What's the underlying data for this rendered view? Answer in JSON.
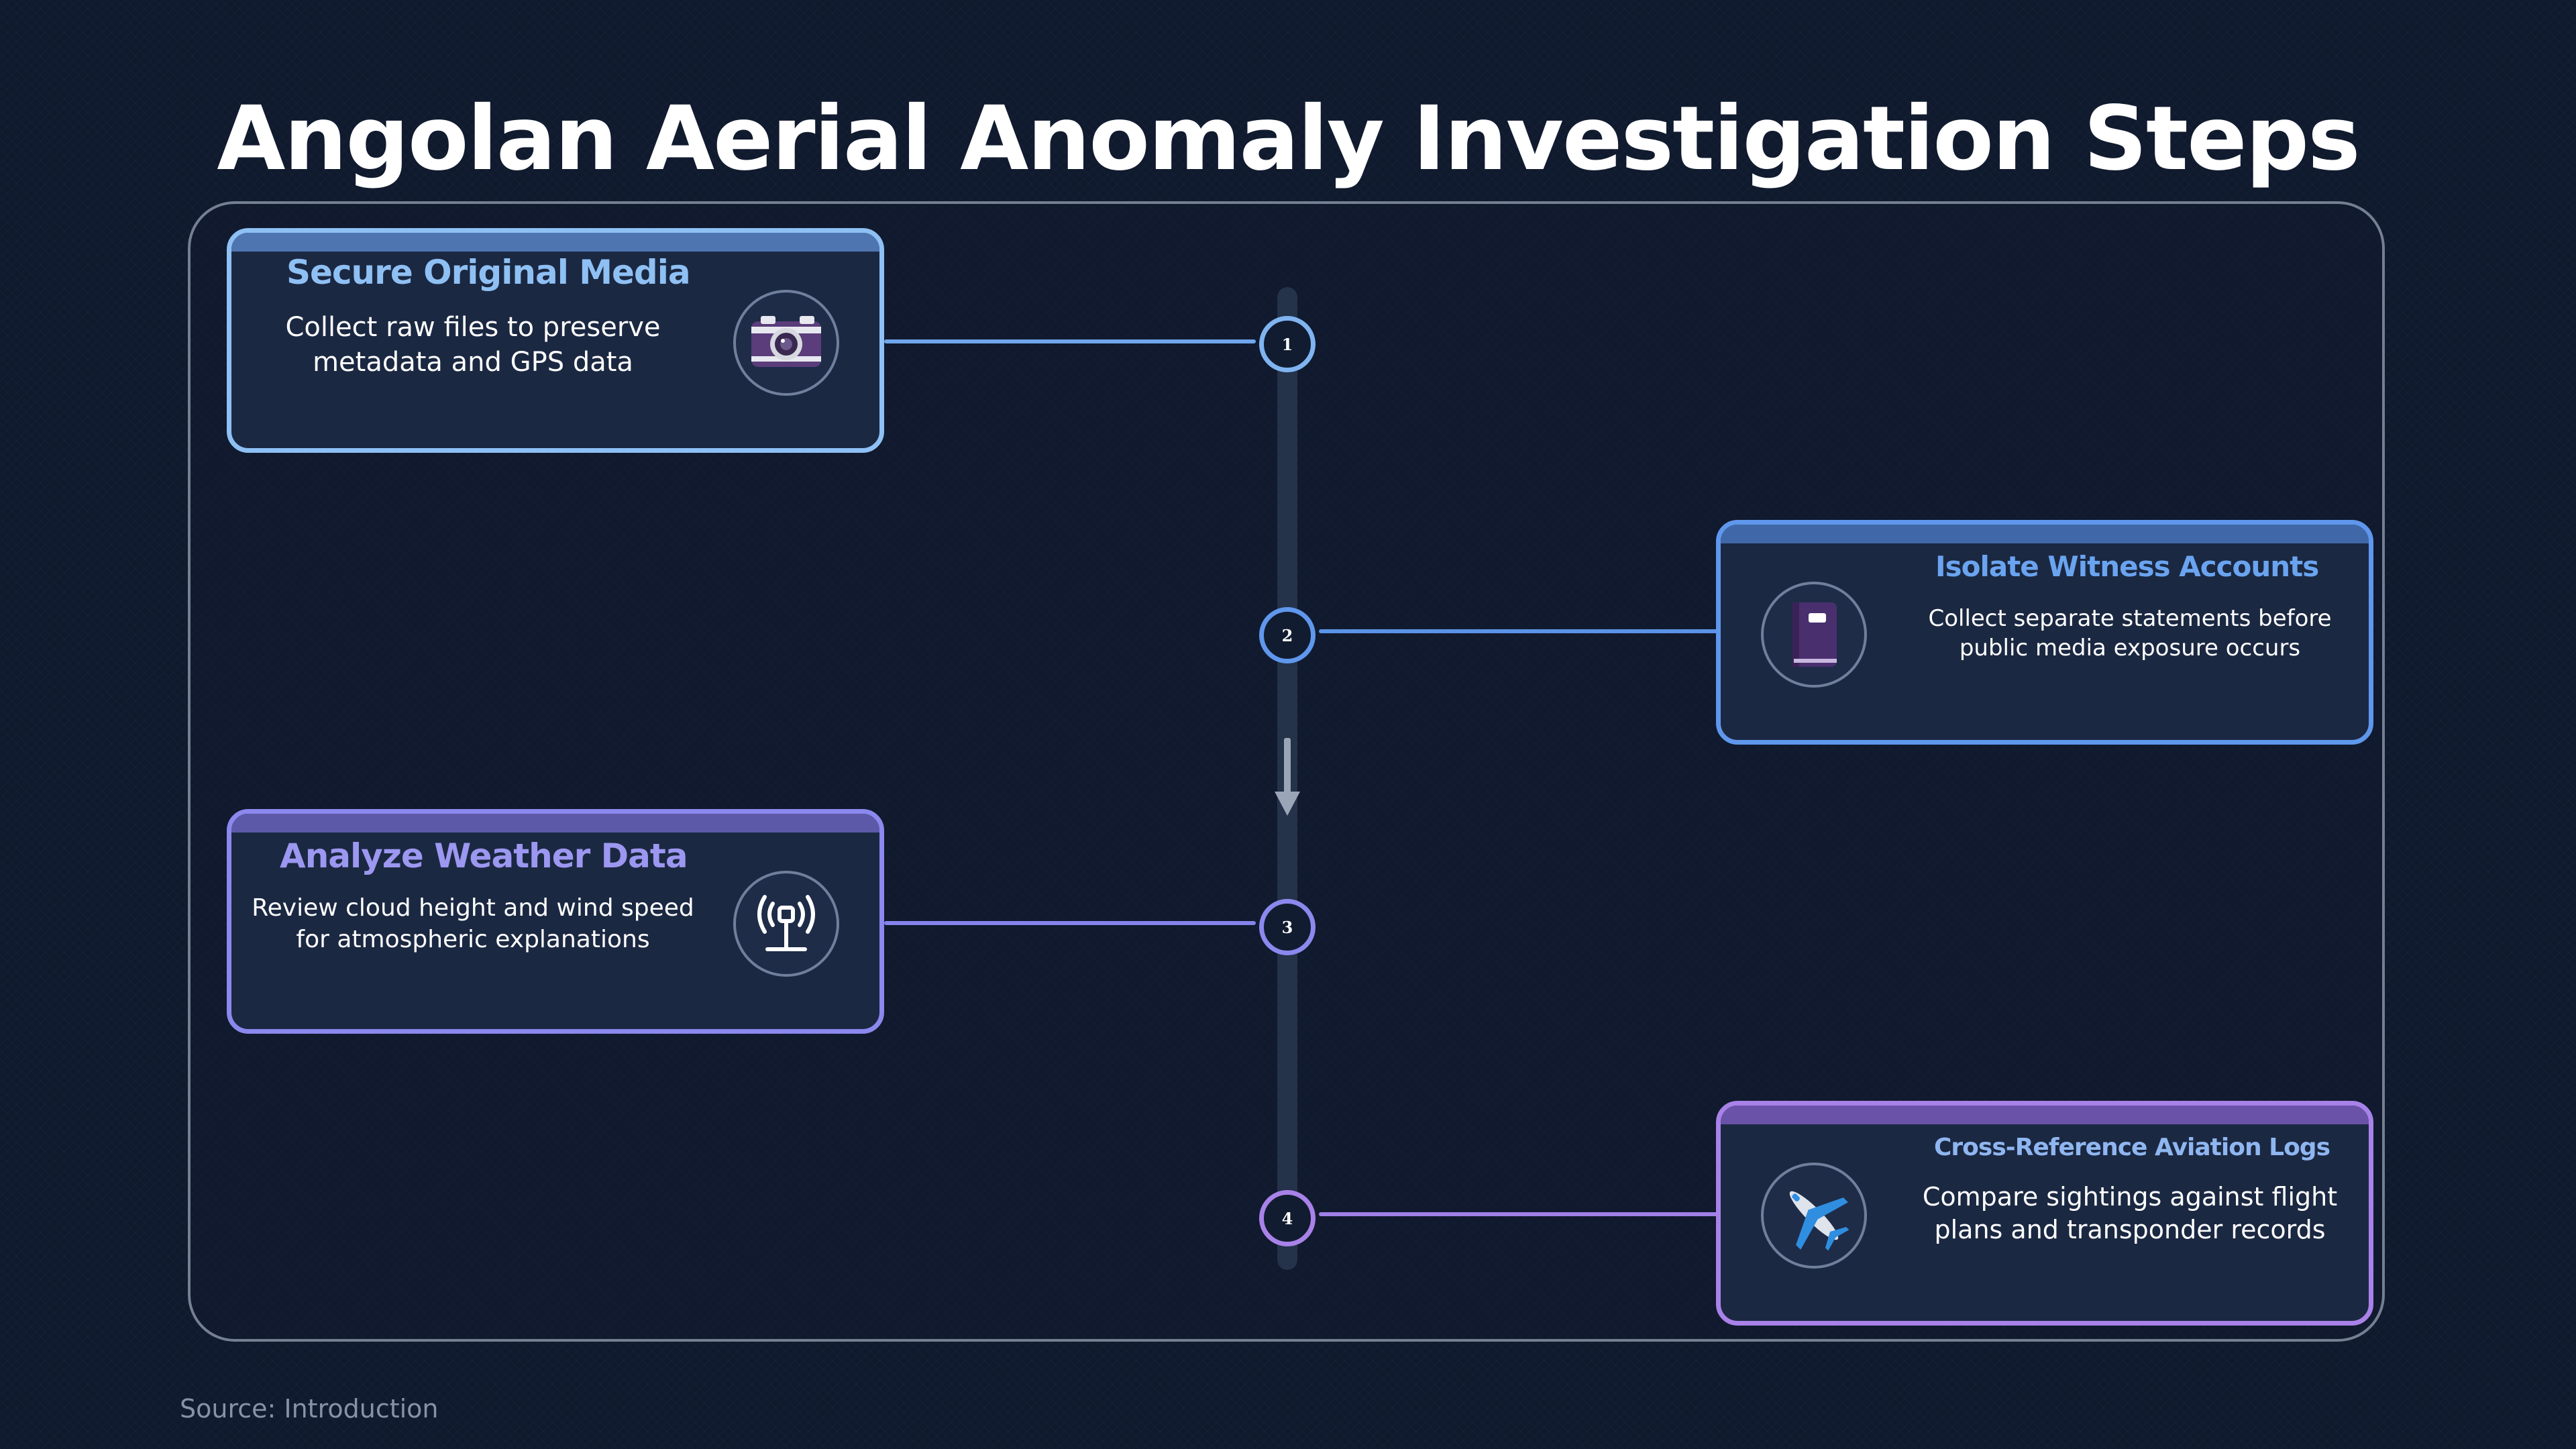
{
  "title": "Angolan Aerial Anomaly Investigation Steps",
  "source": "Source: Introduction",
  "colors": {
    "background": "#101a2e",
    "step1": "#7fb4f0",
    "step2": "#5f97ec",
    "step3": "#8b88ee",
    "step4": "#a882e8",
    "timeline": "#24324a"
  },
  "steps": [
    {
      "number": "1",
      "heading": "Secure Original Media",
      "description_line1": "Collect raw files to preserve",
      "description_line2": "metadata and GPS data",
      "icon": "camera-icon"
    },
    {
      "number": "2",
      "heading": "Isolate Witness Accounts",
      "description_line1": "Collect separate statements before",
      "description_line2": "public media exposure occurs",
      "icon": "notebook-icon"
    },
    {
      "number": "3",
      "heading": "Analyze Weather Data",
      "description_line1": "Review cloud height and wind speed",
      "description_line2": "for atmospheric explanations",
      "icon": "antenna-icon"
    },
    {
      "number": "4",
      "heading": "Cross-Reference Aviation Logs",
      "description_line1": "Compare sightings against flight",
      "description_line2": "plans and transponder records",
      "icon": "airplane-icon"
    }
  ]
}
